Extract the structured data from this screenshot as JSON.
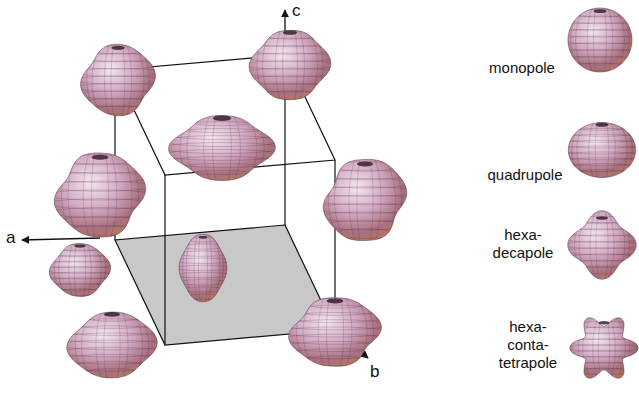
{
  "diagram": {
    "labels": [
      "c",
      "a",
      "b"
    ],
    "legend": [
      {
        "text": "monopole"
      },
      {
        "text": "quadrupole"
      },
      {
        "text": "hexa- decapole"
      },
      {
        "text": "hexa- conta- tetrapole"
      }
    ]
  }
}
